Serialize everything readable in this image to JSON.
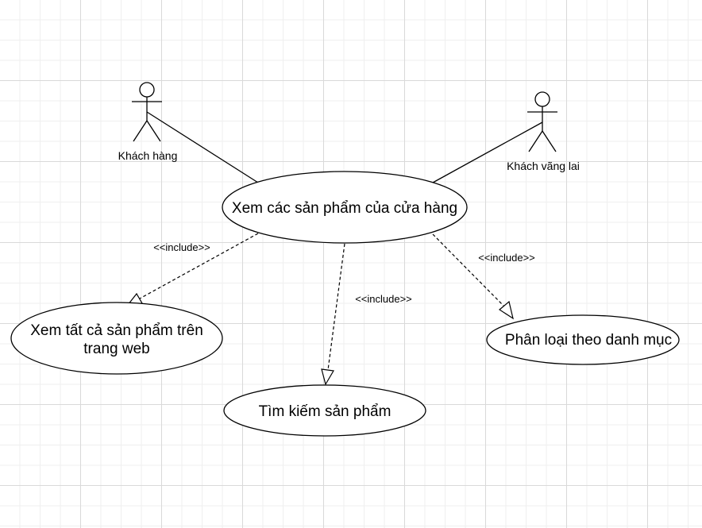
{
  "actors": [
    {
      "id": "khach-hang",
      "label": "Khách hàng"
    },
    {
      "id": "khach-vang-lai",
      "label": "Khách vãng lai"
    }
  ],
  "use_cases": {
    "main": "Xem các sản phẩm của cửa hàng",
    "view_all_line1": "Xem tất cả sản phẩm trên",
    "view_all_line2": "trang web",
    "search": "Tìm kiếm sản phẩm",
    "category": "Phân loại theo danh mục"
  },
  "relations": {
    "include_left": "<<include>>",
    "include_middle": "<<include>>",
    "include_right": "<<include>>"
  }
}
